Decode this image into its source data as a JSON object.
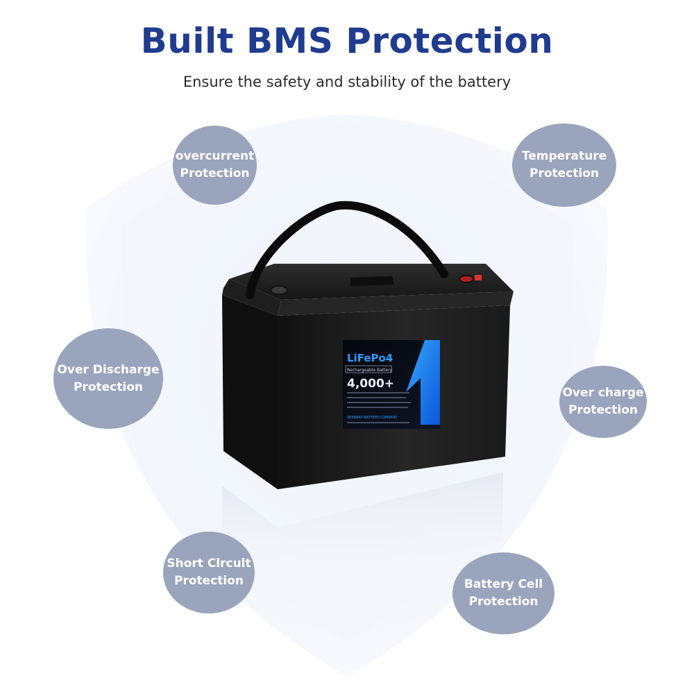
{
  "header": {
    "title": "Built BMS Protection",
    "subtitle": "Ensure the safety and stability of the battery"
  },
  "features": [
    {
      "line1": "overcurrent",
      "line2": "Protection"
    },
    {
      "line1": "Temperature",
      "line2": "Protection"
    },
    {
      "line1": "Over Discharge",
      "line2": "Protection"
    },
    {
      "line1": "Over charge",
      "line2": "Protection"
    },
    {
      "line1": "Short Clrcult",
      "line2": "Protection"
    },
    {
      "line1": "Battery Cell",
      "line2": "Protection"
    }
  ],
  "battery_label": {
    "brand": "LiFePo4",
    "tag": "Rechargeable Battery",
    "cycles": "4,000+",
    "company": "SEENRAY BATTERY COMPANY"
  },
  "colors": {
    "title": "#1f3c8f",
    "bubble": "#9aa4bd",
    "shield": "#eef2fb",
    "battery_body": "#1c1c1c",
    "label_accent": "#1e7ef0"
  }
}
